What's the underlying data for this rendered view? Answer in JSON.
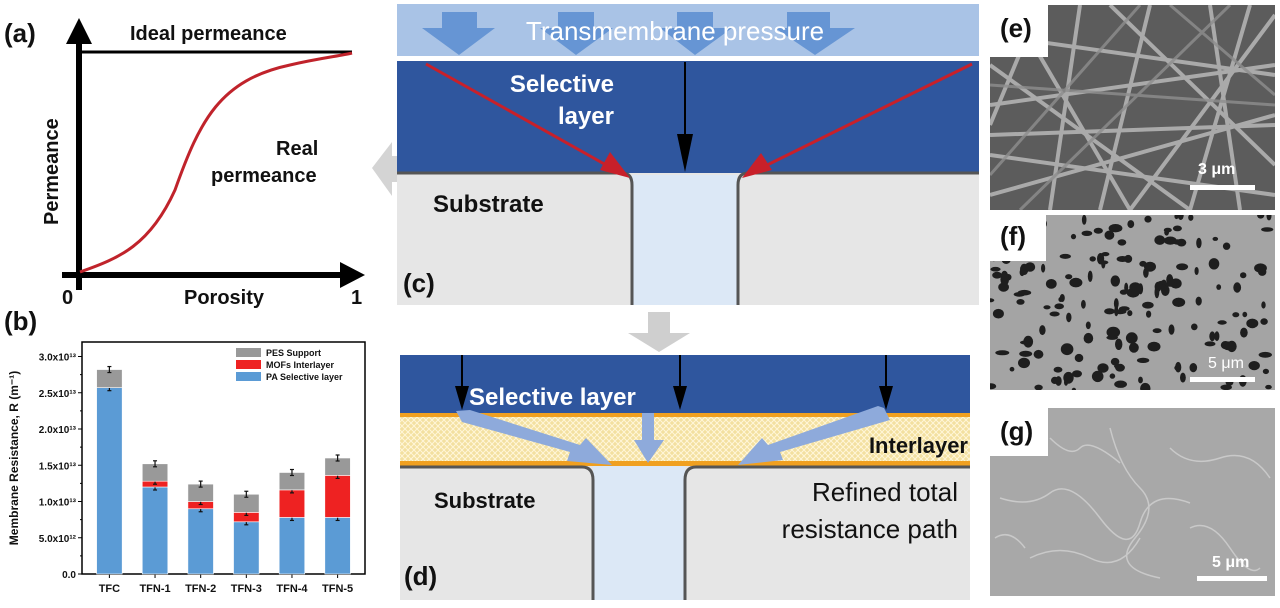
{
  "panels": {
    "a": {
      "label": "(a)",
      "ideal_label": "Ideal permeance",
      "real_label_line1": "Real",
      "real_label_line2": "permeance",
      "ylabel": "Permeance",
      "xlabel": "Porosity",
      "x_min_label": "0",
      "x_max_label": "1",
      "colors": {
        "real_curve": "#c0232b",
        "axes": "#000000"
      }
    },
    "b": {
      "label": "(b)"
    },
    "c": {
      "label": "(c)",
      "pressure_label": "Transmembrane pressure",
      "selective_line1": "Selective",
      "selective_line2": "layer",
      "substrate_label": "Substrate",
      "colors": {
        "pressure_band": "#a9c3e6",
        "pressure_arrows": "#5b8dd0",
        "selective": "#2f569e",
        "substrate": "#e6e6e6",
        "pore": "#dce8f6",
        "red_arrows": "#c8202a"
      }
    },
    "d": {
      "label": "(d)",
      "selective_label": "Selective layer",
      "interlayer_label": "Interlayer",
      "substrate_label": "Substrate",
      "path_line1": "Refined total",
      "path_line2": "resistance path",
      "colors": {
        "interlayer": "#f3e0a0",
        "interlayer_edge": "#f0a020",
        "flow_arrows": "#8eaadb"
      }
    },
    "e": {
      "label": "(e)",
      "scale": "3 μm"
    },
    "f": {
      "label": "(f)",
      "scale": "5 μm"
    },
    "g": {
      "label": "(g)",
      "scale": "5 μm"
    }
  },
  "chart_data": {
    "type": "bar",
    "stacked": true,
    "title": "",
    "xlabel": "",
    "ylabel": "Membrane Resistance, R (m⁻¹)",
    "categories": [
      "TFC",
      "TFN-1",
      "TFN-2",
      "TFN-3",
      "TFN-4",
      "TFN-5"
    ],
    "ylim": [
      0,
      32000000000000.0
    ],
    "yticks": [
      0,
      5000000000000.0,
      10000000000000.0,
      15000000000000.0,
      20000000000000.0,
      25000000000000.0,
      30000000000000.0
    ],
    "ytick_labels": [
      "0.0",
      "5.0x10¹²",
      "1.0x10¹³",
      "1.5x10¹³",
      "2.0x10¹³",
      "2.5x10¹³",
      "3.0x10¹³"
    ],
    "legend_position": "top-right",
    "series": [
      {
        "name": "PA Selective layer",
        "color": "#5b9bd5",
        "values": [
          25700000000000.0,
          12000000000000.0,
          9000000000000.0,
          7200000000000.0,
          7800000000000.0,
          7800000000000.0
        ]
      },
      {
        "name": "MOFs Interlayer",
        "color": "#ee2222",
        "values": [
          0,
          800000000000.0,
          1000000000000.0,
          1300000000000.0,
          3800000000000.0,
          5800000000000.0
        ]
      },
      {
        "name": "PES Support",
        "color": "#999999",
        "values": [
          2500000000000.0,
          2400000000000.0,
          2400000000000.0,
          2500000000000.0,
          2400000000000.0,
          2400000000000.0
        ]
      }
    ],
    "legend_order": [
      "PES Support",
      "MOFs Interlayer",
      "PA Selective layer"
    ]
  }
}
